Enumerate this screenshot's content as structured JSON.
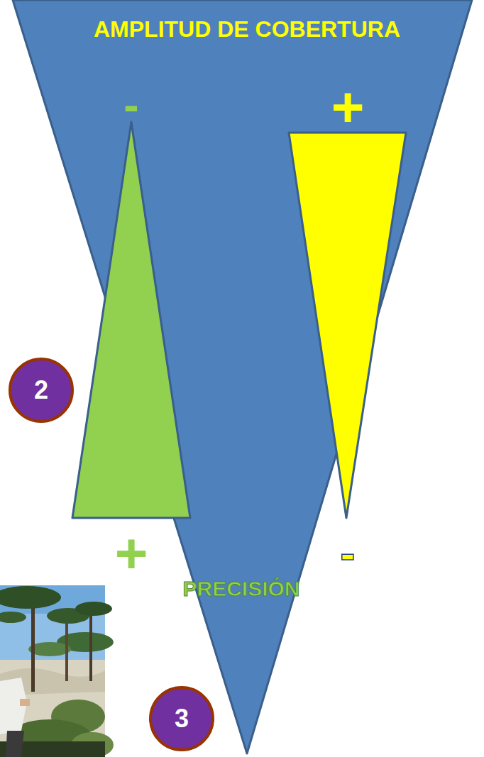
{
  "diagram": {
    "nodes": [
      {
        "text": [
          "AMPLITUD DE COBERTURA",
          "PRECISIÓN"
        ]
      },
      {
        "text": [
          "-",
          "+"
        ],
        "in": 0
      },
      {
        "text": [
          "+",
          "-"
        ],
        "in": 0
      },
      {
        "text": [
          "2"
        ]
      },
      {
        "text": [
          "3"
        ]
      }
    ]
  }
}
